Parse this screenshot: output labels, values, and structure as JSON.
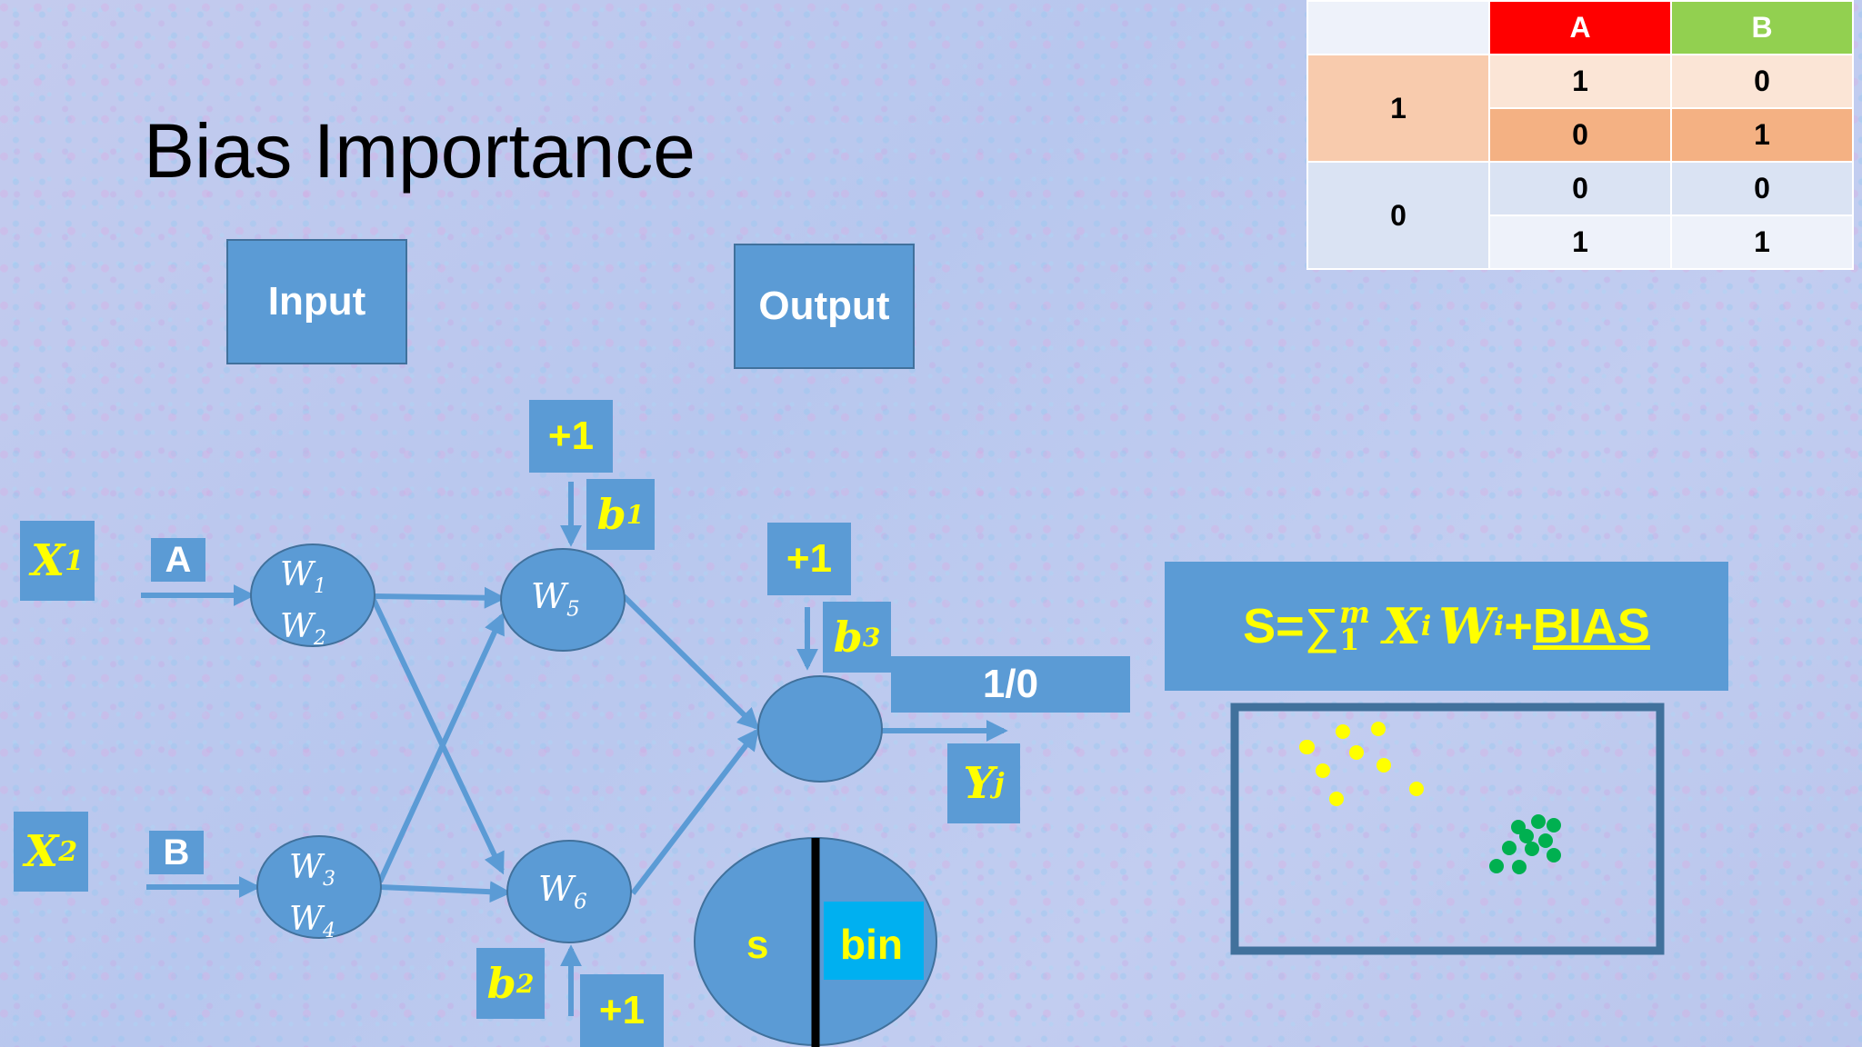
{
  "slide": {
    "title": "Bias Importance",
    "input_label": "Input",
    "output_label": "Output"
  },
  "truth_table": {
    "headers": [
      "",
      "A",
      "B"
    ],
    "header_colors": {
      "A": "#ff0000",
      "B": "#92d050"
    },
    "groups": [
      {
        "label": "1",
        "color": "#f8cbad",
        "rows": [
          [
            "1",
            "0"
          ],
          [
            "0",
            "1"
          ]
        ],
        "row_colors": [
          "#fbe5d6",
          "#f4b183"
        ]
      },
      {
        "label": "0",
        "color": "#dae3f3",
        "rows": [
          [
            "0",
            "0"
          ],
          [
            "1",
            "1"
          ]
        ],
        "row_colors": [
          "#dae3f3",
          "#eef2fa"
        ]
      }
    ]
  },
  "network": {
    "inputs": [
      {
        "var": "X",
        "sub": "1",
        "letter": "A"
      },
      {
        "var": "X",
        "sub": "2",
        "letter": "B"
      }
    ],
    "layer1": [
      {
        "w_top": "W",
        "w_top_sub": "1",
        "w_bot": "W",
        "w_bot_sub": "2"
      },
      {
        "w_top": "W",
        "w_top_sub": "3",
        "w_bot": "W",
        "w_bot_sub": "4"
      }
    ],
    "layer2": [
      {
        "w": "W",
        "w_sub": "5"
      },
      {
        "w": "W",
        "w_sub": "6"
      }
    ],
    "bias_plus": "+1",
    "biases": [
      {
        "var": "b",
        "sub": "1"
      },
      {
        "var": "b",
        "sub": "2"
      },
      {
        "var": "b",
        "sub": "3"
      }
    ],
    "output_value": "1/0",
    "output_var": {
      "var": "Y",
      "sub": "j"
    },
    "split_circle": {
      "left": "s",
      "right": "bin"
    }
  },
  "formula": {
    "lhs": "S=",
    "sum": "∑",
    "sum_sub": "1",
    "sum_sup": "m",
    "x": "X",
    "x_sub": "i",
    "w": "W",
    "w_sub": "i",
    "plus": "+",
    "bias": "BIAS"
  },
  "scatter": {
    "colors": {
      "yellow": "#ffff00",
      "green": "#00b050"
    },
    "yellow_points": 9,
    "green_points": 10
  },
  "colors": {
    "node_fill": "#5b9bd5",
    "node_stroke": "#41719c",
    "yellow_text": "#ffff00"
  }
}
